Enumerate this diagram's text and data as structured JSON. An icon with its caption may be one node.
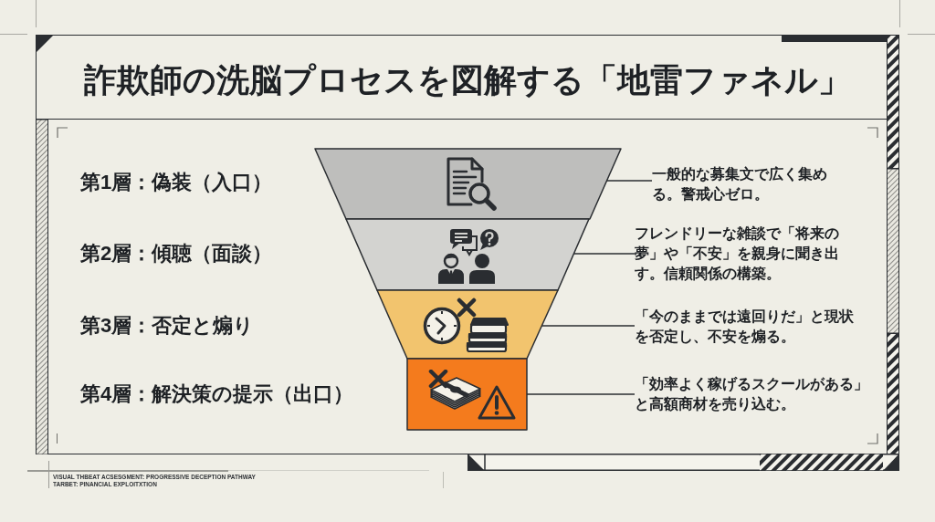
{
  "diagram": {
    "title": "詐欺師の洗脳プロセスを図解する「地雷ファネル」",
    "nodes": [
      {
        "text": [],
        "shape": "trapezoid"
      },
      {
        "text": [
          "一般的な募集文で広く集める。警戒心ゼロ。"
        ]
      },
      {
        "text": [],
        "shape": "trapezoid"
      },
      {
        "text": [
          "フレンドリーな雑談で「将来の夢」や「不安」を親身に聞き出す。信頼関係の構築。"
        ]
      },
      {
        "text": [],
        "shape": "trapezoid"
      },
      {
        "text": [
          "「今のままでは遠回りだ」と現状を否定し、不安を煽る。"
        ]
      },
      {
        "text": [],
        "shape": "box"
      },
      {
        "text": [
          "「効率よく稼げるスクールがある」と高額商材を売り込む。"
        ]
      }
    ],
    "edges": [
      {
        "from": 1,
        "to": 0,
        "arrow": "none"
      },
      {
        "from": 3,
        "to": 2,
        "arrow": "none"
      },
      {
        "from": 5,
        "to": 4,
        "arrow": "none"
      },
      {
        "from": 7,
        "to": 6,
        "arrow": "none"
      }
    ],
    "labels": [
      "第1層：偽装（入口）",
      "第2層：傾聴（面談）",
      "第3層：否定と煽り",
      "第4層：解決策の提示（出口）",
      "VISUAL THBEAT ACSESGMENT: PROGRESSIVE DECEPTION PATHWAY",
      "TARBET: PINANCIAL EXPLOITXTION"
    ]
  }
}
